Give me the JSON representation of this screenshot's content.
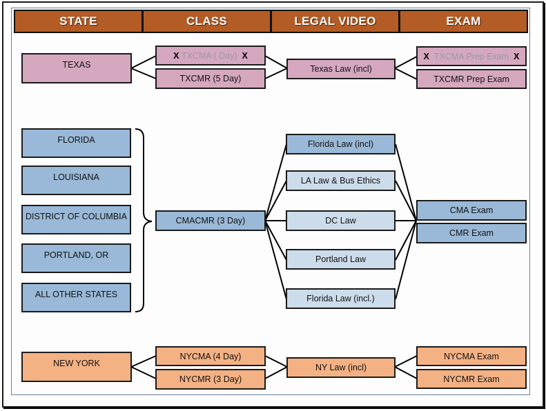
{
  "headers": [
    "STATE",
    "CLASS",
    "LEGAL VIDEO",
    "EXAM"
  ],
  "colors": {
    "header_bg": "#b35c25",
    "texas": "#d5a8bf",
    "cma_dark_blue": "#9ab9d8",
    "cma_light_blue": "#cddceb",
    "new_york": "#f4b183",
    "struck_text": "#9a9a9a"
  },
  "texas": {
    "state": "TEXAS",
    "classes": [
      {
        "label": "TXCMA ( Day)",
        "discontinued": true,
        "mark": "X"
      },
      {
        "label": "TXCMR (5 Day)",
        "discontinued": false
      }
    ],
    "legal_video": "Texas Law (incl)",
    "exams": [
      {
        "label": "TXCMA Prep Exam",
        "discontinued": true,
        "mark": "X"
      },
      {
        "label": "TXCMR Prep Exam",
        "discontinued": false
      }
    ]
  },
  "cma": {
    "states": [
      "FLORIDA",
      "LOUISIANA",
      "DISTRICT OF COLUMBIA",
      "PORTLAND, OR",
      "ALL OTHER STATES"
    ],
    "class": "CMACMR (3 Day)",
    "legal_videos": [
      "Florida Law (incl)",
      "LA Law & Bus Ethics",
      "DC Law",
      "Portland Law",
      "Florida Law (incl.)"
    ],
    "exams": [
      "CMA Exam",
      "CMR Exam"
    ]
  },
  "new_york": {
    "state": "NEW YORK",
    "classes": [
      "NYCMA (4 Day)",
      "NYCMR (3 Day)"
    ],
    "legal_video": "NY Law (incl)",
    "exams": [
      "NYCMA Exam",
      "NYCMR Exam"
    ]
  }
}
